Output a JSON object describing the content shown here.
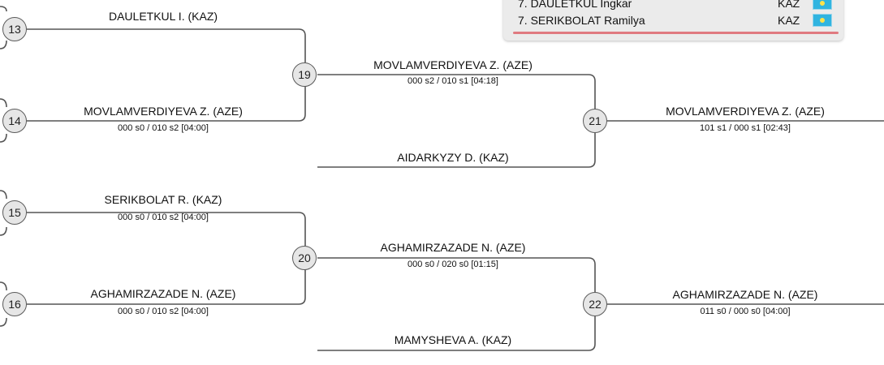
{
  "ranking": {
    "rows": [
      {
        "label": "7. DAULETKUL Ingkar",
        "country": "KAZ",
        "flag": "kazakhstan-flag"
      },
      {
        "label": "7. SERIKBOLAT Ramilya",
        "country": "KAZ",
        "flag": "kazakhstan-flag"
      }
    ],
    "accent": "#e07a80"
  },
  "matches": {
    "m13": {
      "number": "13",
      "winner": "DAULETKUL I. (KAZ)",
      "score": ""
    },
    "m14": {
      "number": "14",
      "winner": "MOVLAMVERDIYEVA Z. (AZE)",
      "score": "000 s0 / 010 s2 [04:00]"
    },
    "m15": {
      "number": "15",
      "winner": "SERIKBOLAT R. (KAZ)",
      "score": "000 s0 / 010 s2 [04:00]"
    },
    "m16": {
      "number": "16",
      "winner": "AGHAMIRZAZADE N. (AZE)",
      "score": "000 s0 / 010 s2 [04:00]"
    },
    "m19": {
      "number": "19",
      "winner": "MOVLAMVERDIYEVA Z. (AZE)",
      "score": "000 s2 / 010 s1 [04:18]"
    },
    "m20": {
      "number": "20",
      "winner": "AGHAMIRZAZADE N. (AZE)",
      "score": "000 s0 / 020 s0 [01:15]"
    },
    "m21": {
      "number": "21",
      "opponent": "AIDARKYZY D. (KAZ)",
      "winner": "MOVLAMVERDIYEVA Z. (AZE)",
      "score": "101 s1 / 000 s1 [02:43]"
    },
    "m22": {
      "number": "22",
      "opponent": "MAMYSHEVA A. (KAZ)",
      "winner": "AGHAMIRZAZADE N. (AZE)",
      "score": "011 s0 / 000 s0 [04:00]"
    }
  },
  "colors": {
    "line": "#555555",
    "circle_fill": "#e6e6e6"
  }
}
